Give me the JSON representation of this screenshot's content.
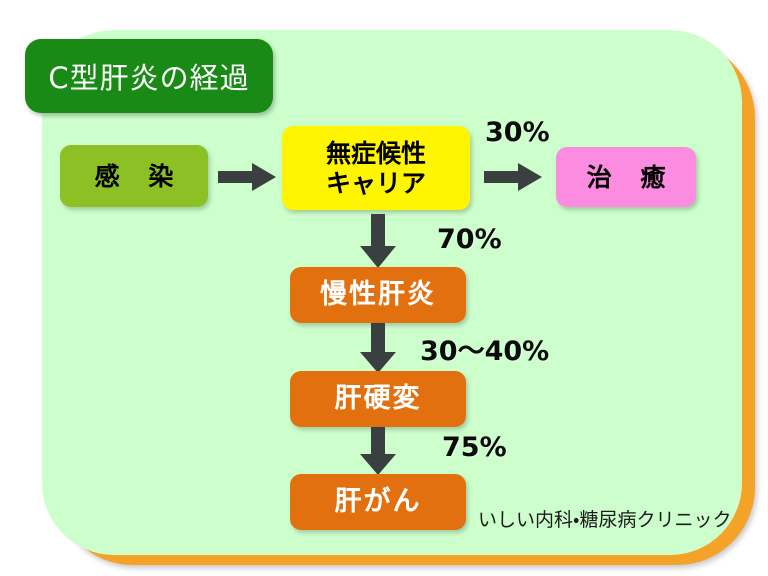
{
  "slide": {
    "title": "C型肝炎の経過",
    "credit": "いしい内科・糖尿病クリニック",
    "colors": {
      "frame_orange": "#F5A229",
      "panel_green": "#CCFFCC",
      "title_badge_green": "#1A8A16",
      "infection_green": "#8CC024",
      "carrier_yellow": "#FFF500",
      "cure_pink": "#FB8CE0",
      "disease_orange": "#E2700E",
      "arrow_gray": "#3A3F3F",
      "label_black": "#0B0B0B",
      "background_white": "#FFFFFF"
    }
  },
  "nodes": {
    "infection": {
      "label": "感  染"
    },
    "carrier": {
      "line1": "無症候性",
      "line2": "キャリア"
    },
    "cure": {
      "label": "治  癒"
    },
    "chronic_hepatitis": {
      "label": "慢性肝炎"
    },
    "cirrhosis": {
      "label": "肝硬変"
    },
    "liver_cancer": {
      "label": "肝がん"
    }
  },
  "edges": {
    "infection_to_carrier": {
      "label": ""
    },
    "carrier_to_cure": {
      "label": "30%"
    },
    "carrier_to_chronic": {
      "label": "70%"
    },
    "chronic_to_cirrhosis": {
      "label": "30〜40%"
    },
    "cirrhosis_to_cancer": {
      "label": "75%"
    }
  },
  "icons": {
    "arrow_right": "arrow-right-icon",
    "arrow_down": "arrow-down-icon"
  }
}
